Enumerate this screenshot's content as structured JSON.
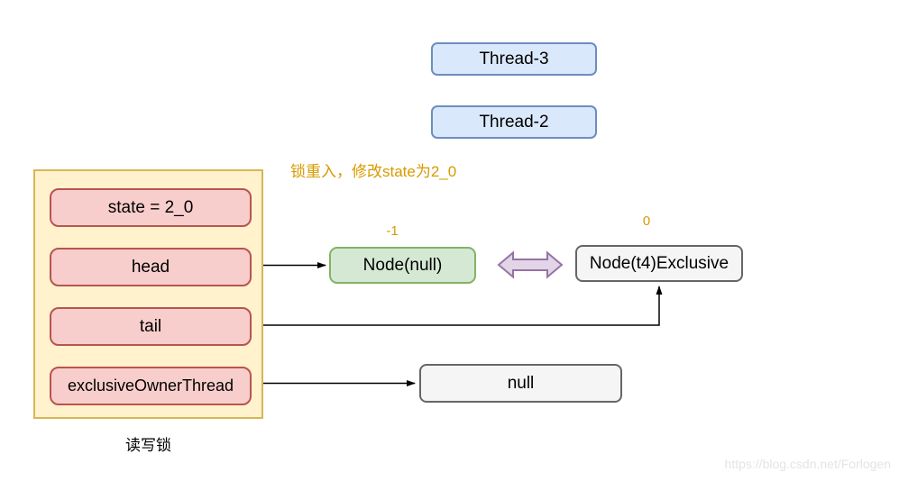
{
  "palette": {
    "blue_fill": "#dae8fc",
    "blue_border": "#6c8ebf",
    "yellow_fill": "#fff2cc",
    "yellow_border": "#d6b656",
    "pink_fill": "#f8cecc",
    "pink_border": "#b85450",
    "green_fill": "#d5e8d4",
    "green_border": "#82b366",
    "gray_fill": "#f5f5f5",
    "gray_border": "#666666",
    "purple_fill": "#e1d5e7",
    "purple_border": "#9673a6",
    "orange_text": "#d79b00",
    "arrow_stroke": "#000000"
  },
  "threads": [
    {
      "label": "Thread-3"
    },
    {
      "label": "Thread-2"
    }
  ],
  "annotation": {
    "text": "锁重入，修改state为2_0"
  },
  "lock": {
    "fields": [
      {
        "label": "state = 2_0"
      },
      {
        "label": "head"
      },
      {
        "label": "tail"
      },
      {
        "label": "exclusiveOwnerThread"
      }
    ],
    "caption": "读写锁"
  },
  "nodes": {
    "head_node": {
      "badge": "-1",
      "label": "Node(null)"
    },
    "tail_node": {
      "badge": "0",
      "label": "Node(t4)Exclusive"
    },
    "owner_node": {
      "label": "null"
    }
  },
  "watermark": {
    "text": "https://blog.csdn.net/Forlogen"
  }
}
